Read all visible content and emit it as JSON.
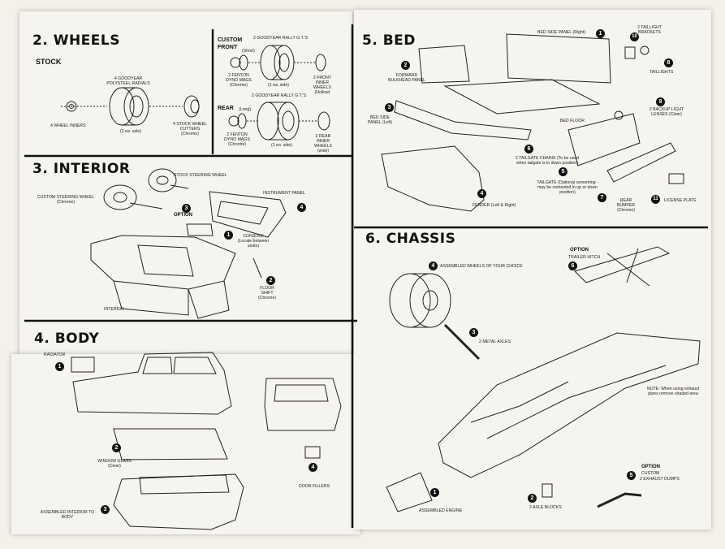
{
  "sections": {
    "wheels": {
      "title": "2. WHEELS",
      "stock": {
        "heading": "STOCK",
        "tires": "4 GOODYEAR POLYSTEEL RADIALS",
        "inners": "4 WHEEL INNERS",
        "per_axle": "(2 ea. axle)",
        "cutters": "4 STOCK WHEEL CUTTERS (Chrome)"
      },
      "custom": {
        "heading": "CUSTOM",
        "front": "FRONT",
        "front_short": "(Short)",
        "front_tires": "2 GOODYEAR RALLY G.T.'S",
        "front_mags": "2 FENTON DYNO MAGS (Chrome)",
        "front_per_axle": "(1 ea. side)",
        "front_inner": "2 FRONT INNER WHEELS (Hollow)",
        "rear": "REAR",
        "rear_long": "(Long)",
        "rear_tires": "2 GOODYEAR RALLY G.T.'S",
        "rear_mags": "2 FENTON DYNO MAGS (Chrome)",
        "rear_per_axle": "(1 ea. side)",
        "rear_inner": "2 REAR INNER WHEELS (wide)"
      }
    },
    "interior": {
      "title": "3. INTERIOR",
      "stock_wheel": "STOCK STEERING WHEEL",
      "custom_wheel": "CUSTOM STEERING WHEEL (Chrome)",
      "option": "OPTION",
      "panel": "INSTRUMENT PANEL",
      "console": "CONSOLE (Locate between seats)",
      "shift": "FLOOR SHIFT (Chrome)",
      "interior": "INTERIOR",
      "badges": [
        "3",
        "4",
        "1",
        "2"
      ]
    },
    "body": {
      "title": "4. BODY",
      "radiator": "RADIATOR",
      "glass": "WINDOW GLASS (Clear)",
      "fillers": "DOOR FILLERS",
      "assembled": "ASSEMBLED INTERIOR TO BODY",
      "badges": [
        "1",
        "2",
        "4",
        "3"
      ]
    },
    "bed": {
      "title": "5. BED",
      "side_right": "BED SIDE PANEL (Right)",
      "taillight_brackets": "2 TAILLIGHT BRACKETS",
      "taillights": "TAILLIGHTS",
      "forward_panel": "FORWARD BULKHEAD PANEL",
      "side_left": "BED SIDE PANEL (Left)",
      "floor": "BED FLOOR",
      "backup": "2 BACKUP LIGHT LENSES (Clear)",
      "chains": "2 TAILGATE CHAINS (To be used when tailgate is in down position)",
      "tailgate": "TAILGATE (Optional cementing - may be cemented in up or down position)",
      "fender": "FENDER (Left & Right)",
      "bumper": "REAR BUMPER (Chrome)",
      "license": "LICENSE PLATE",
      "badges": [
        "1",
        "10",
        "8",
        "2",
        "3",
        "9",
        "6",
        "5",
        "4",
        "7",
        "11"
      ]
    },
    "chassis": {
      "title": "6. CHASSIS",
      "wheels": "ASSEMBLED WHEELS OF YOUR CHOICE",
      "option": "OPTION",
      "hitch": "TRAILER HITCH",
      "axles": "2 METAL AXLES",
      "note": "NOTE: When using exhaust pipes remove shaded area",
      "engine": "ASSEMBLED ENGINE",
      "blocks": "2 AXLE BLOCKS",
      "option2": "OPTION",
      "custom": "CUSTOM",
      "dumps": "2 EXHAUST DUMPS",
      "badges": [
        "4",
        "6",
        "3",
        "1",
        "2",
        "5"
      ]
    }
  }
}
